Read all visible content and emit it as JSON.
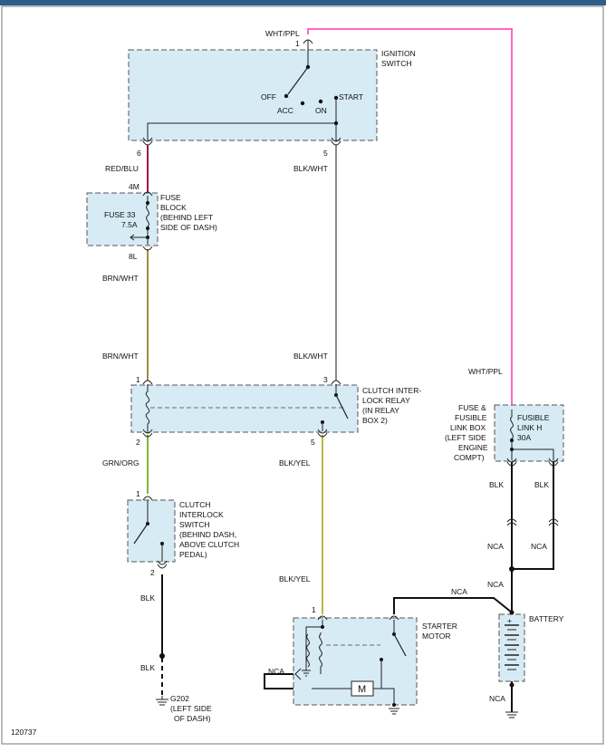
{
  "diagram_id": "120737",
  "colors": {
    "wht_ppl": "#ff66cc",
    "red_blu": "#a0134a",
    "brn_wht": "#9a8f42",
    "blk_wht": "#8c8c8c",
    "grn_org": "#82b53a",
    "blk_yel": "#b8b84a",
    "blk": "#111111",
    "component_fill": "#d7ebf5"
  },
  "ignition_switch": {
    "label1": "IGNITION",
    "label2": "SWITCH",
    "pin_top": "1",
    "pin_left": "6",
    "pin_right": "5",
    "pos_off": "OFF",
    "pos_acc": "ACC",
    "pos_on": "ON",
    "pos_start": "START"
  },
  "fuse_block": {
    "pin_top": "4M",
    "pin_bottom": "8L",
    "fuse_name": "FUSE 33",
    "fuse_rating": "7.5A",
    "label1": "FUSE",
    "label2": "BLOCK",
    "label3": "(BEHIND LEFT",
    "label4": "SIDE OF DASH)"
  },
  "relay": {
    "label1": "CLUTCH INTER-",
    "label2": "LOCK RELAY",
    "label3": "(IN RELAY",
    "label4": "BOX 2)",
    "pin1": "1",
    "pin2": "2",
    "pin3": "3",
    "pin5": "5"
  },
  "clutch_switch": {
    "label1": "CLUTCH",
    "label2": "INTERLOCK",
    "label3": "SWITCH",
    "label4": "(BEHIND DASH,",
    "label5": "ABOVE CLUTCH",
    "label6": "PEDAL)",
    "pin1": "1",
    "pin2": "2"
  },
  "fusible_link": {
    "left1": "FUSE &",
    "left2": "FUSIBLE",
    "left3": "LINK BOX",
    "left4": "(LEFT SIDE",
    "left5": "ENGINE",
    "left6": "COMPT)",
    "inner1": "FUSIBLE",
    "inner2": "LINK H",
    "inner3": "30A"
  },
  "starter": {
    "label1": "STARTER",
    "label2": "MOTOR",
    "pin1": "1",
    "motor_symbol": "M"
  },
  "battery": {
    "label": "BATTERY",
    "plus": "+"
  },
  "ground": {
    "label1": "G202",
    "label2": "(LEFT SIDE",
    "label3": "OF DASH)"
  },
  "wires": {
    "wht_ppl_top": "WHT/PPL",
    "wht_ppl_right": "WHT/PPL",
    "red_blu": "RED/BLU",
    "brn_wht_1": "BRN/WHT",
    "brn_wht_2": "BRN/WHT",
    "blk_wht_1": "BLK/WHT",
    "blk_wht_2": "BLK/WHT",
    "grn_org": "GRN/ORG",
    "blk_yel_1": "BLK/YEL",
    "blk_yel_2": "BLK/YEL",
    "blk_1": "BLK",
    "blk_2": "BLK",
    "blk_fl_left": "BLK",
    "blk_fl_right": "BLK",
    "nca_left": "NCA",
    "nca_right": "NCA",
    "nca_mid": "NCA",
    "nca_top": "NCA",
    "nca_starter": "NCA",
    "nca_battery": "NCA"
  }
}
